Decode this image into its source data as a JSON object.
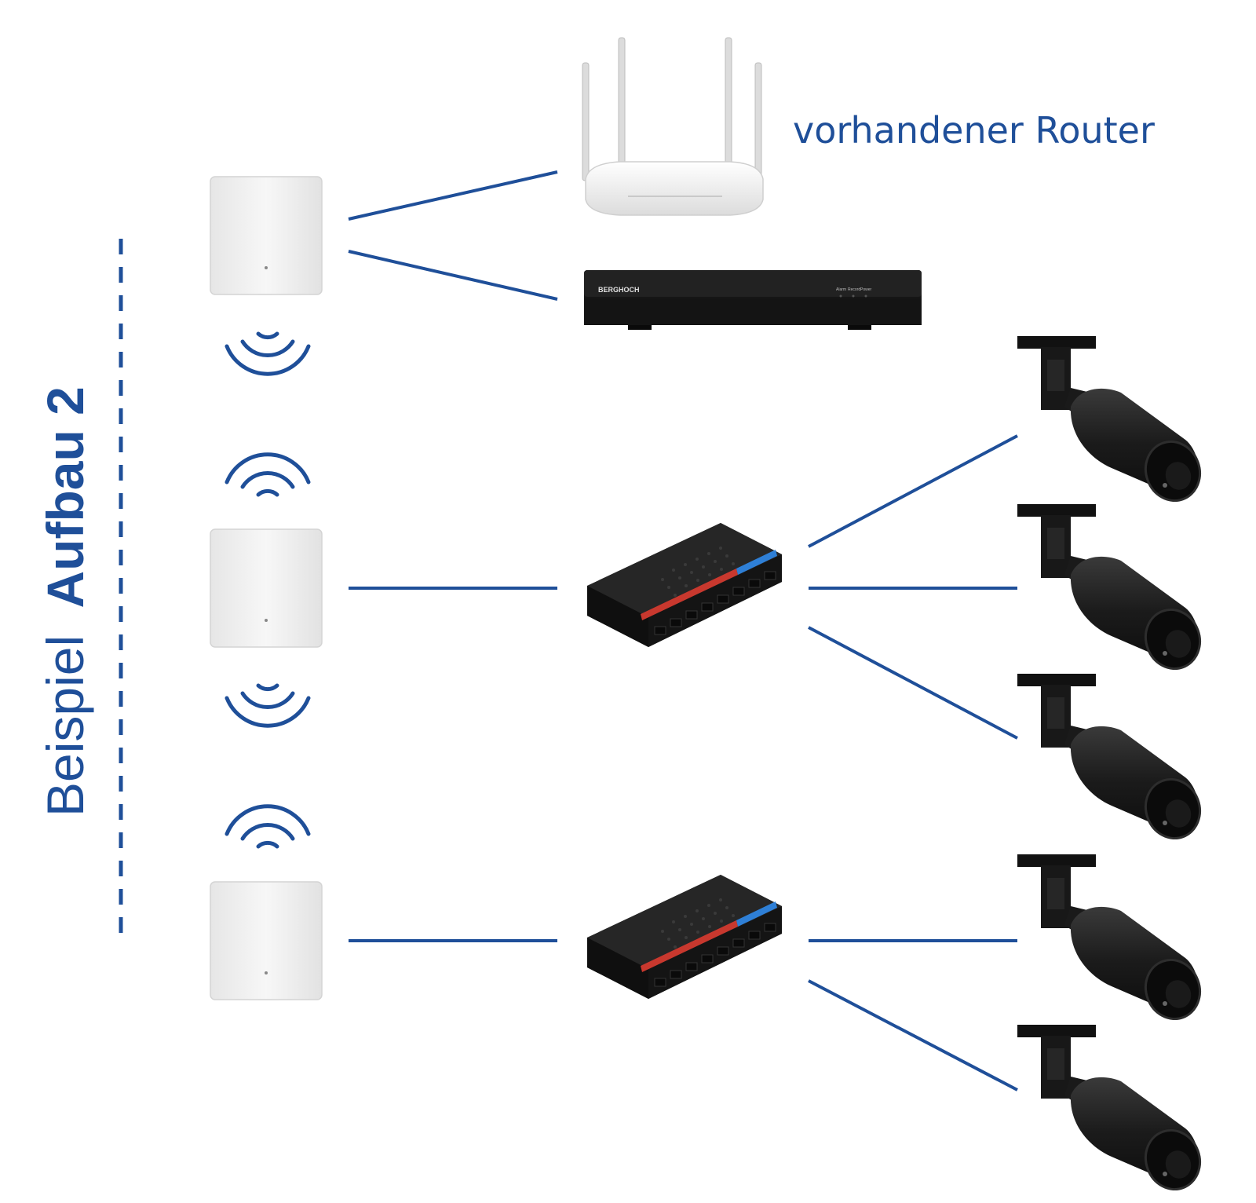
{
  "title": {
    "prefix": "Beispiel",
    "emphasis": "Aufbau 2"
  },
  "router_label": "vorhandener Router",
  "recorder_brand": "BERGHOCH",
  "recorder_indicators": [
    "Alarm",
    "Record",
    "Power"
  ],
  "colors": {
    "accent": "#1f4f99",
    "device_white": "#f1f1f1",
    "device_dark": "#1a1a1a"
  },
  "icons": [
    "wifi-transmit-icon",
    "wifi-receive-icon",
    "bridge-device-icon",
    "router-icon",
    "nvr-recorder-icon",
    "poe-switch-icon",
    "bullet-camera-icon"
  ]
}
